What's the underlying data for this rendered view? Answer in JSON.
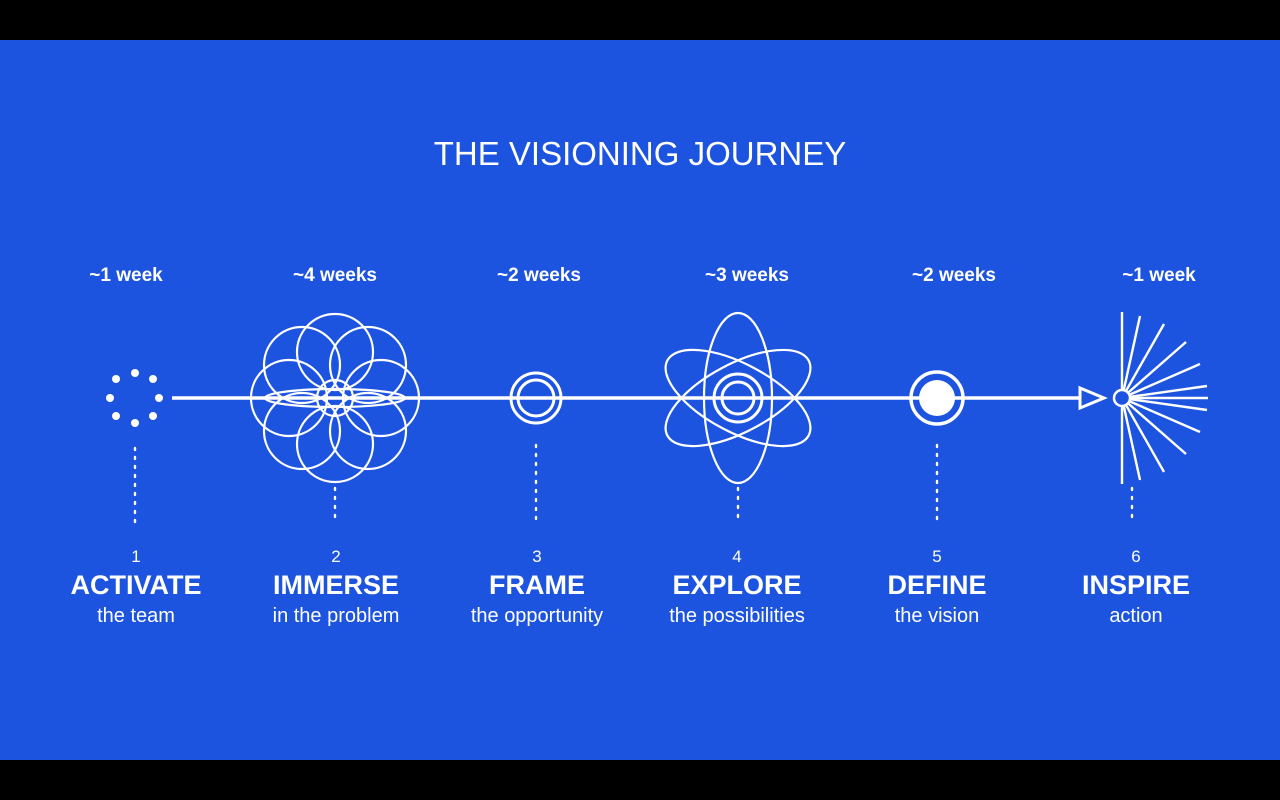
{
  "title": "THE VISIONING JOURNEY",
  "steps": [
    {
      "number": "1",
      "duration": "~1 week",
      "name": "ACTIVATE",
      "subtitle": "the team",
      "icon": "dots-ring-icon"
    },
    {
      "number": "2",
      "duration": "~4 weeks",
      "name": "IMMERSE",
      "subtitle": "in the problem",
      "icon": "overlapping-circles-icon"
    },
    {
      "number": "3",
      "duration": "~2 weeks",
      "name": "FRAME",
      "subtitle": "the opportunity",
      "icon": "double-ring-icon"
    },
    {
      "number": "4",
      "duration": "~3 weeks",
      "name": "EXPLORE",
      "subtitle": "the possibilities",
      "icon": "atom-orbits-icon"
    },
    {
      "number": "5",
      "duration": "~2 weeks",
      "name": "DEFINE",
      "subtitle": "the vision",
      "icon": "filled-target-icon"
    },
    {
      "number": "6",
      "duration": "~1 week",
      "name": "INSPIRE",
      "subtitle": "action",
      "icon": "burst-rays-icon"
    }
  ],
  "colors": {
    "background": "#1c53df",
    "foreground": "#ffffff",
    "letterbox": "#000000"
  }
}
